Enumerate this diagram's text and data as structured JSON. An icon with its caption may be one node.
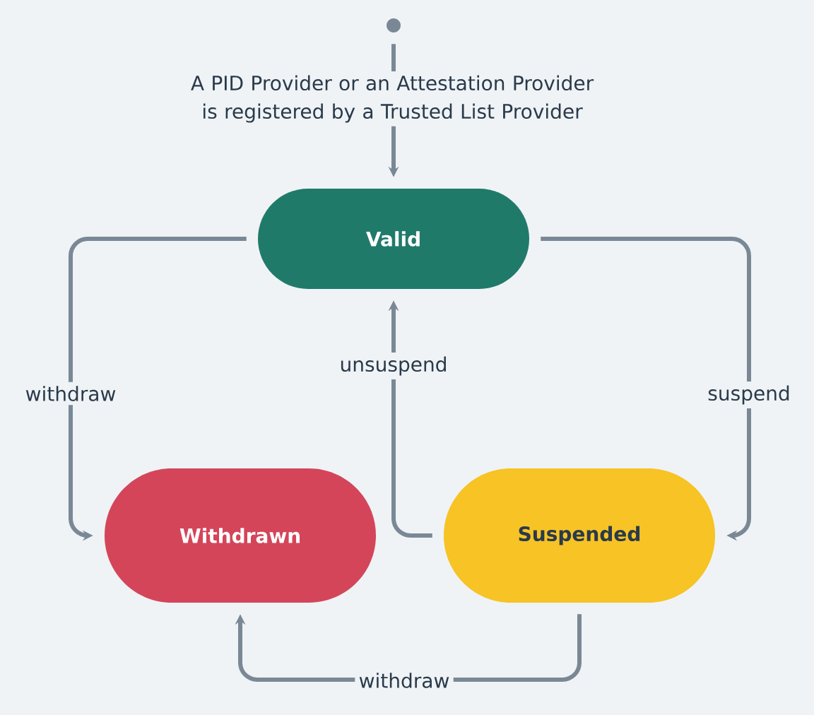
{
  "diagram": {
    "nodes": [
      {
        "text": [],
        "shape": "circle"
      },
      {
        "text": [
          "Valid"
        ]
      },
      {
        "text": [
          "Withdrawn"
        ]
      },
      {
        "text": [
          "Suspended"
        ]
      }
    ],
    "edges": [
      {
        "from": 0,
        "to": 1,
        "arrow": "to",
        "label": "A PID Provider or an Attestation Provider is registered by a Trusted List Provider"
      },
      {
        "from": 1,
        "to": 2,
        "arrow": "to",
        "label": "withdraw"
      },
      {
        "from": 1,
        "to": 3,
        "arrow": "to",
        "label": "suspend"
      },
      {
        "from": 3,
        "to": 1,
        "arrow": "to",
        "label": "unsuspend"
      },
      {
        "from": 3,
        "to": 2,
        "arrow": "to",
        "label": "withdraw"
      }
    ]
  }
}
